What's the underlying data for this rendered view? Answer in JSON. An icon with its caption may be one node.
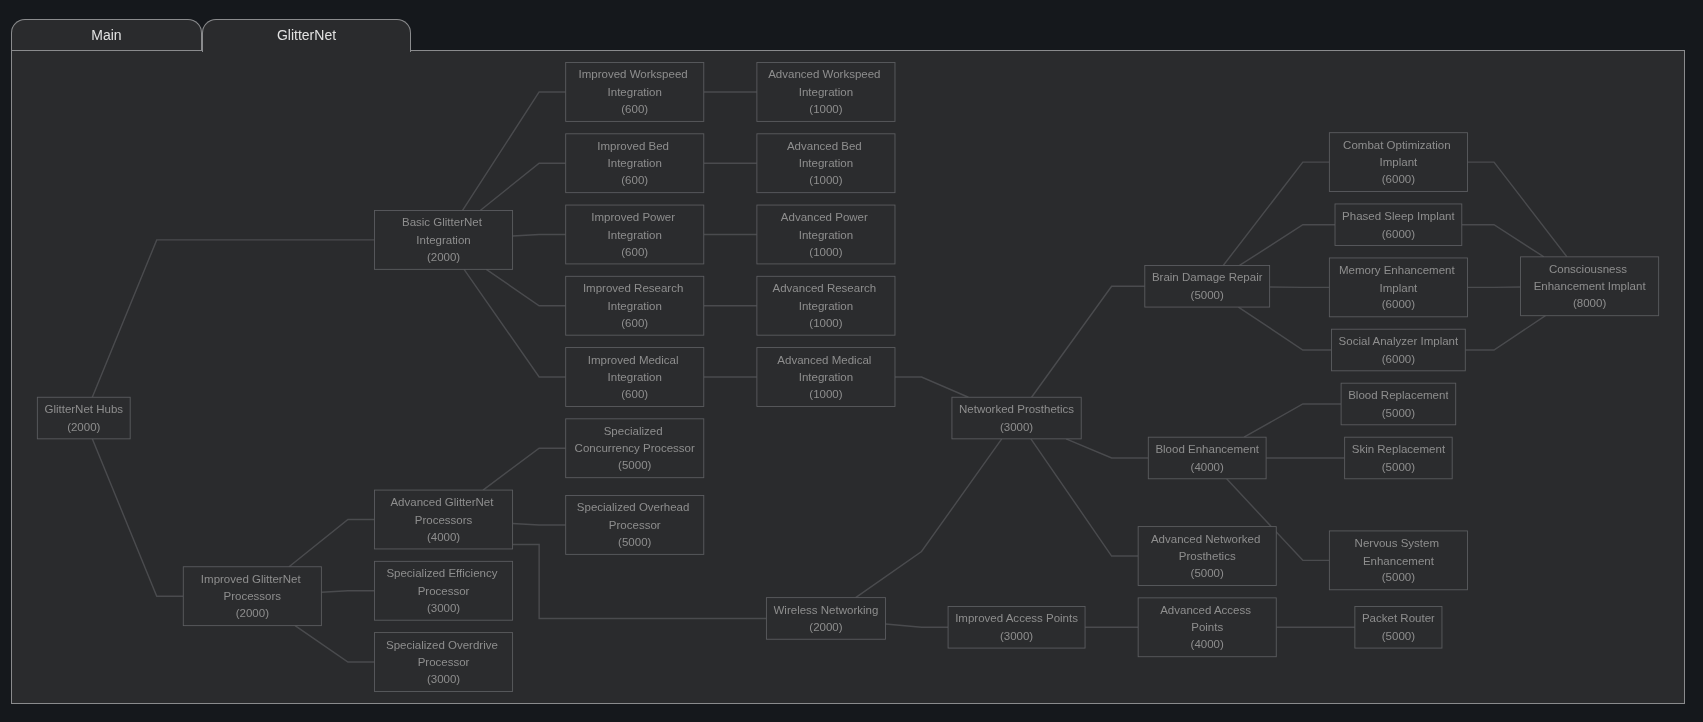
{
  "diagram": {
    "nodes": [
      {
        "text": [
          "GlitterNet Hubs",
          "(2000)"
        ]
      },
      {
        "text": [
          "Basic GlitterNet Integration",
          "(2000)"
        ]
      },
      {
        "text": [
          "Improved GlitterNet Processors",
          "(2000)"
        ]
      },
      {
        "text": [
          "Improved Workspeed Integration",
          "(600)"
        ]
      },
      {
        "text": [
          "Improved Bed Integration",
          "(600)"
        ]
      },
      {
        "text": [
          "Improved Power Integration",
          "(600)"
        ]
      },
      {
        "text": [
          "Improved Research Integration",
          "(600)"
        ]
      },
      {
        "text": [
          "Improved Medical Integration",
          "(600)"
        ]
      },
      {
        "text": [
          "Advanced GlitterNet Processors",
          "(4000)"
        ]
      },
      {
        "text": [
          "Specialized Efficiency Processor",
          "(3000)"
        ]
      },
      {
        "text": [
          "Specialized Overdrive Processor",
          "(3000)"
        ]
      },
      {
        "text": [
          "Advanced Workspeed Integration",
          "(1000)"
        ]
      },
      {
        "text": [
          "Advanced Bed Integration",
          "(1000)"
        ]
      },
      {
        "text": [
          "Advanced Power Integration",
          "(1000)"
        ]
      },
      {
        "text": [
          "Advanced Research Integration",
          "(1000)"
        ]
      },
      {
        "text": [
          "Advanced Medical Integration",
          "(1000)"
        ]
      },
      {
        "text": [
          "Specialized Concurrency Processor",
          "(5000)"
        ]
      },
      {
        "text": [
          "Specialized Overhead Processor",
          "(5000)"
        ]
      },
      {
        "text": [
          "Wireless Networking",
          "(2000)"
        ]
      },
      {
        "text": [
          "Networked Prosthetics",
          "(3000)"
        ]
      },
      {
        "text": [
          "Improved Access Points",
          "(3000)"
        ]
      },
      {
        "text": [
          "Brain Damage Repair",
          "(5000)"
        ]
      },
      {
        "text": [
          "Blood Enhancement",
          "(4000)"
        ]
      },
      {
        "text": [
          "Advanced Networked Prosthetics",
          "(5000)"
        ]
      },
      {
        "text": [
          "Advanced Access Points",
          "(4000)"
        ]
      },
      {
        "text": [
          "Combat Optimization Implant",
          "(6000)"
        ]
      },
      {
        "text": [
          "Phased Sleep Implant",
          "(6000)"
        ]
      },
      {
        "text": [
          "Memory Enhancement Implant",
          "(6000)"
        ]
      },
      {
        "text": [
          "Social Analyzer Implant",
          "(6000)"
        ]
      },
      {
        "text": [
          "Blood Replacement",
          "(5000)"
        ]
      },
      {
        "text": [
          "Skin Replacement",
          "(5000)"
        ]
      },
      {
        "text": [
          "Nervous System Enhancement",
          "(5000)"
        ]
      },
      {
        "text": [
          "Packet Router",
          "(5000)"
        ]
      },
      {
        "text": [
          "Consciousness Enhancement Implant",
          "(8000)"
        ]
      }
    ],
    "edges": [
      {
        "from": 0,
        "to": 1,
        "arrow": "none"
      },
      {
        "from": 0,
        "to": 2,
        "arrow": "none"
      },
      {
        "from": 1,
        "to": 3,
        "arrow": "none"
      },
      {
        "from": 1,
        "to": 4,
        "arrow": "none"
      },
      {
        "from": 1,
        "to": 5,
        "arrow": "none"
      },
      {
        "from": 1,
        "to": 6,
        "arrow": "none"
      },
      {
        "from": 1,
        "to": 7,
        "arrow": "none"
      },
      {
        "from": 2,
        "to": 8,
        "arrow": "none"
      },
      {
        "from": 2,
        "to": 9,
        "arrow": "none"
      },
      {
        "from": 2,
        "to": 10,
        "arrow": "none"
      },
      {
        "from": 3,
        "to": 11,
        "arrow": "none"
      },
      {
        "from": 4,
        "to": 12,
        "arrow": "none"
      },
      {
        "from": 5,
        "to": 13,
        "arrow": "none"
      },
      {
        "from": 6,
        "to": 14,
        "arrow": "none"
      },
      {
        "from": 7,
        "to": 15,
        "arrow": "none"
      },
      {
        "from": 8,
        "to": 16,
        "arrow": "none"
      },
      {
        "from": 8,
        "to": 17,
        "arrow": "none"
      },
      {
        "from": 8,
        "to": 18,
        "arrow": "none"
      },
      {
        "from": 15,
        "to": 19,
        "arrow": "none"
      },
      {
        "from": 18,
        "to": 19,
        "arrow": "none"
      },
      {
        "from": 18,
        "to": 20,
        "arrow": "none"
      },
      {
        "from": 19,
        "to": 21,
        "arrow": "none"
      },
      {
        "from": 19,
        "to": 22,
        "arrow": "none"
      },
      {
        "from": 19,
        "to": 23,
        "arrow": "none"
      },
      {
        "from": 20,
        "to": 24,
        "arrow": "none"
      },
      {
        "from": 21,
        "to": 25,
        "arrow": "none"
      },
      {
        "from": 21,
        "to": 26,
        "arrow": "none"
      },
      {
        "from": 21,
        "to": 27,
        "arrow": "none"
      },
      {
        "from": 21,
        "to": 28,
        "arrow": "none"
      },
      {
        "from": 22,
        "to": 29,
        "arrow": "none"
      },
      {
        "from": 22,
        "to": 30,
        "arrow": "none"
      },
      {
        "from": 22,
        "to": 31,
        "arrow": "none"
      },
      {
        "from": 24,
        "to": 32,
        "arrow": "none"
      },
      {
        "from": 25,
        "to": 33,
        "arrow": "none"
      },
      {
        "from": 26,
        "to": 33,
        "arrow": "none"
      },
      {
        "from": 27,
        "to": 33,
        "arrow": "none"
      },
      {
        "from": 28,
        "to": 33,
        "arrow": "none"
      }
    ],
    "labels": [
      "Main",
      "GlitterNet"
    ]
  }
}
